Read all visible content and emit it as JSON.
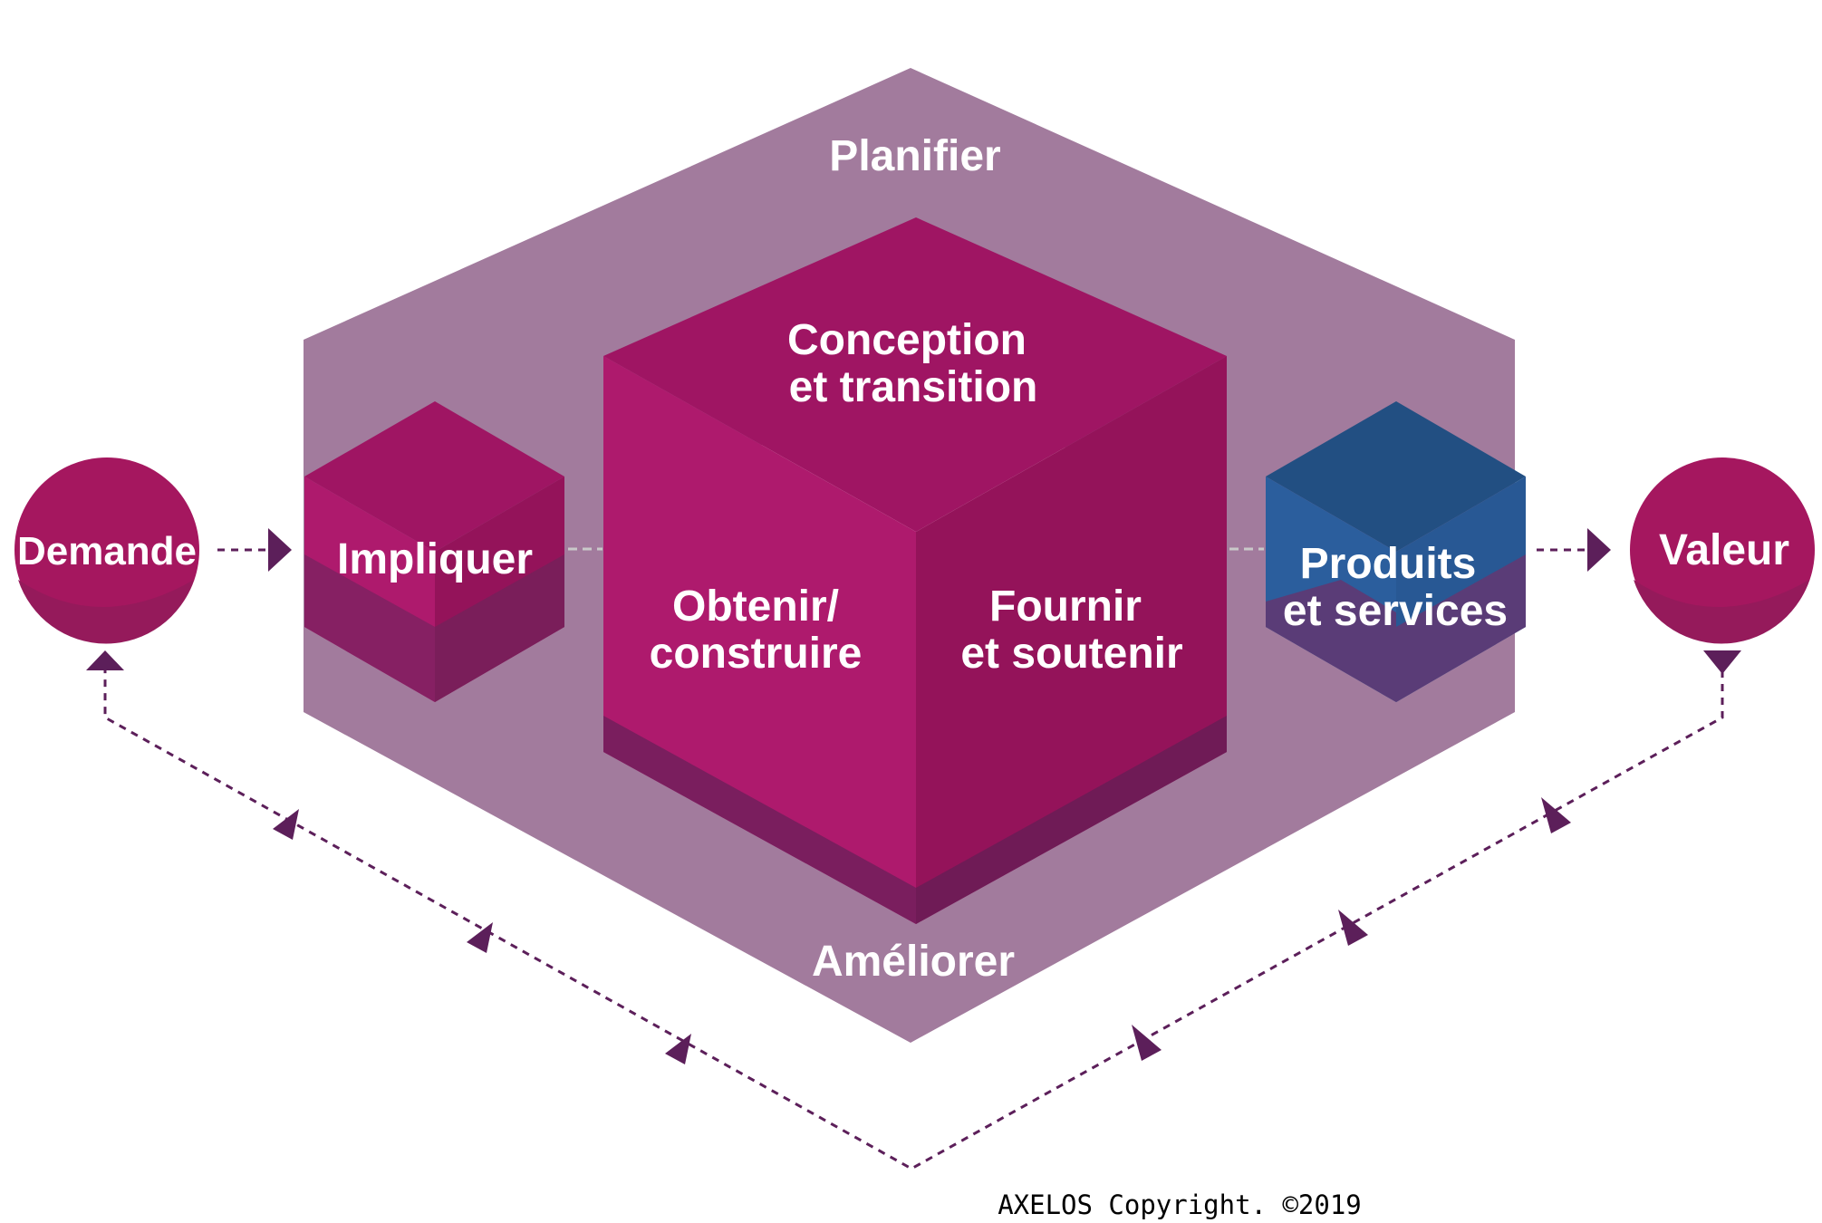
{
  "colors": {
    "hexagon": "#a27b9d",
    "magenta_top": "#9f1563",
    "magenta_left": "#ae1a6d",
    "magenta_right": "#94135a",
    "magenta_band": "#7a1e5e",
    "blue_top": "#224f82",
    "blue_left": "#2b5e9d",
    "blue_right": "#285894",
    "blue_overlap": "#5a3c77",
    "circle": "#a5175f",
    "arrow": "#5c1f5a",
    "connector": "#c9c9c9"
  },
  "diagram": {
    "hexagon_top_label": "Planifier",
    "hexagon_bottom_label": "Améliorer",
    "big_cube": {
      "top_lines": [
        "Conception",
        "et transition"
      ],
      "left_lines": [
        "Obtenir/",
        "construire"
      ],
      "right_lines": [
        "Fournir",
        "et soutenir"
      ]
    },
    "left_cube_label": "Impliquer",
    "right_cube_lines": [
      "Produits",
      "et services"
    ],
    "input_circle": "Demande",
    "output_circle": "Valeur",
    "copyright": "AXELOS Copyright. ©2019"
  }
}
